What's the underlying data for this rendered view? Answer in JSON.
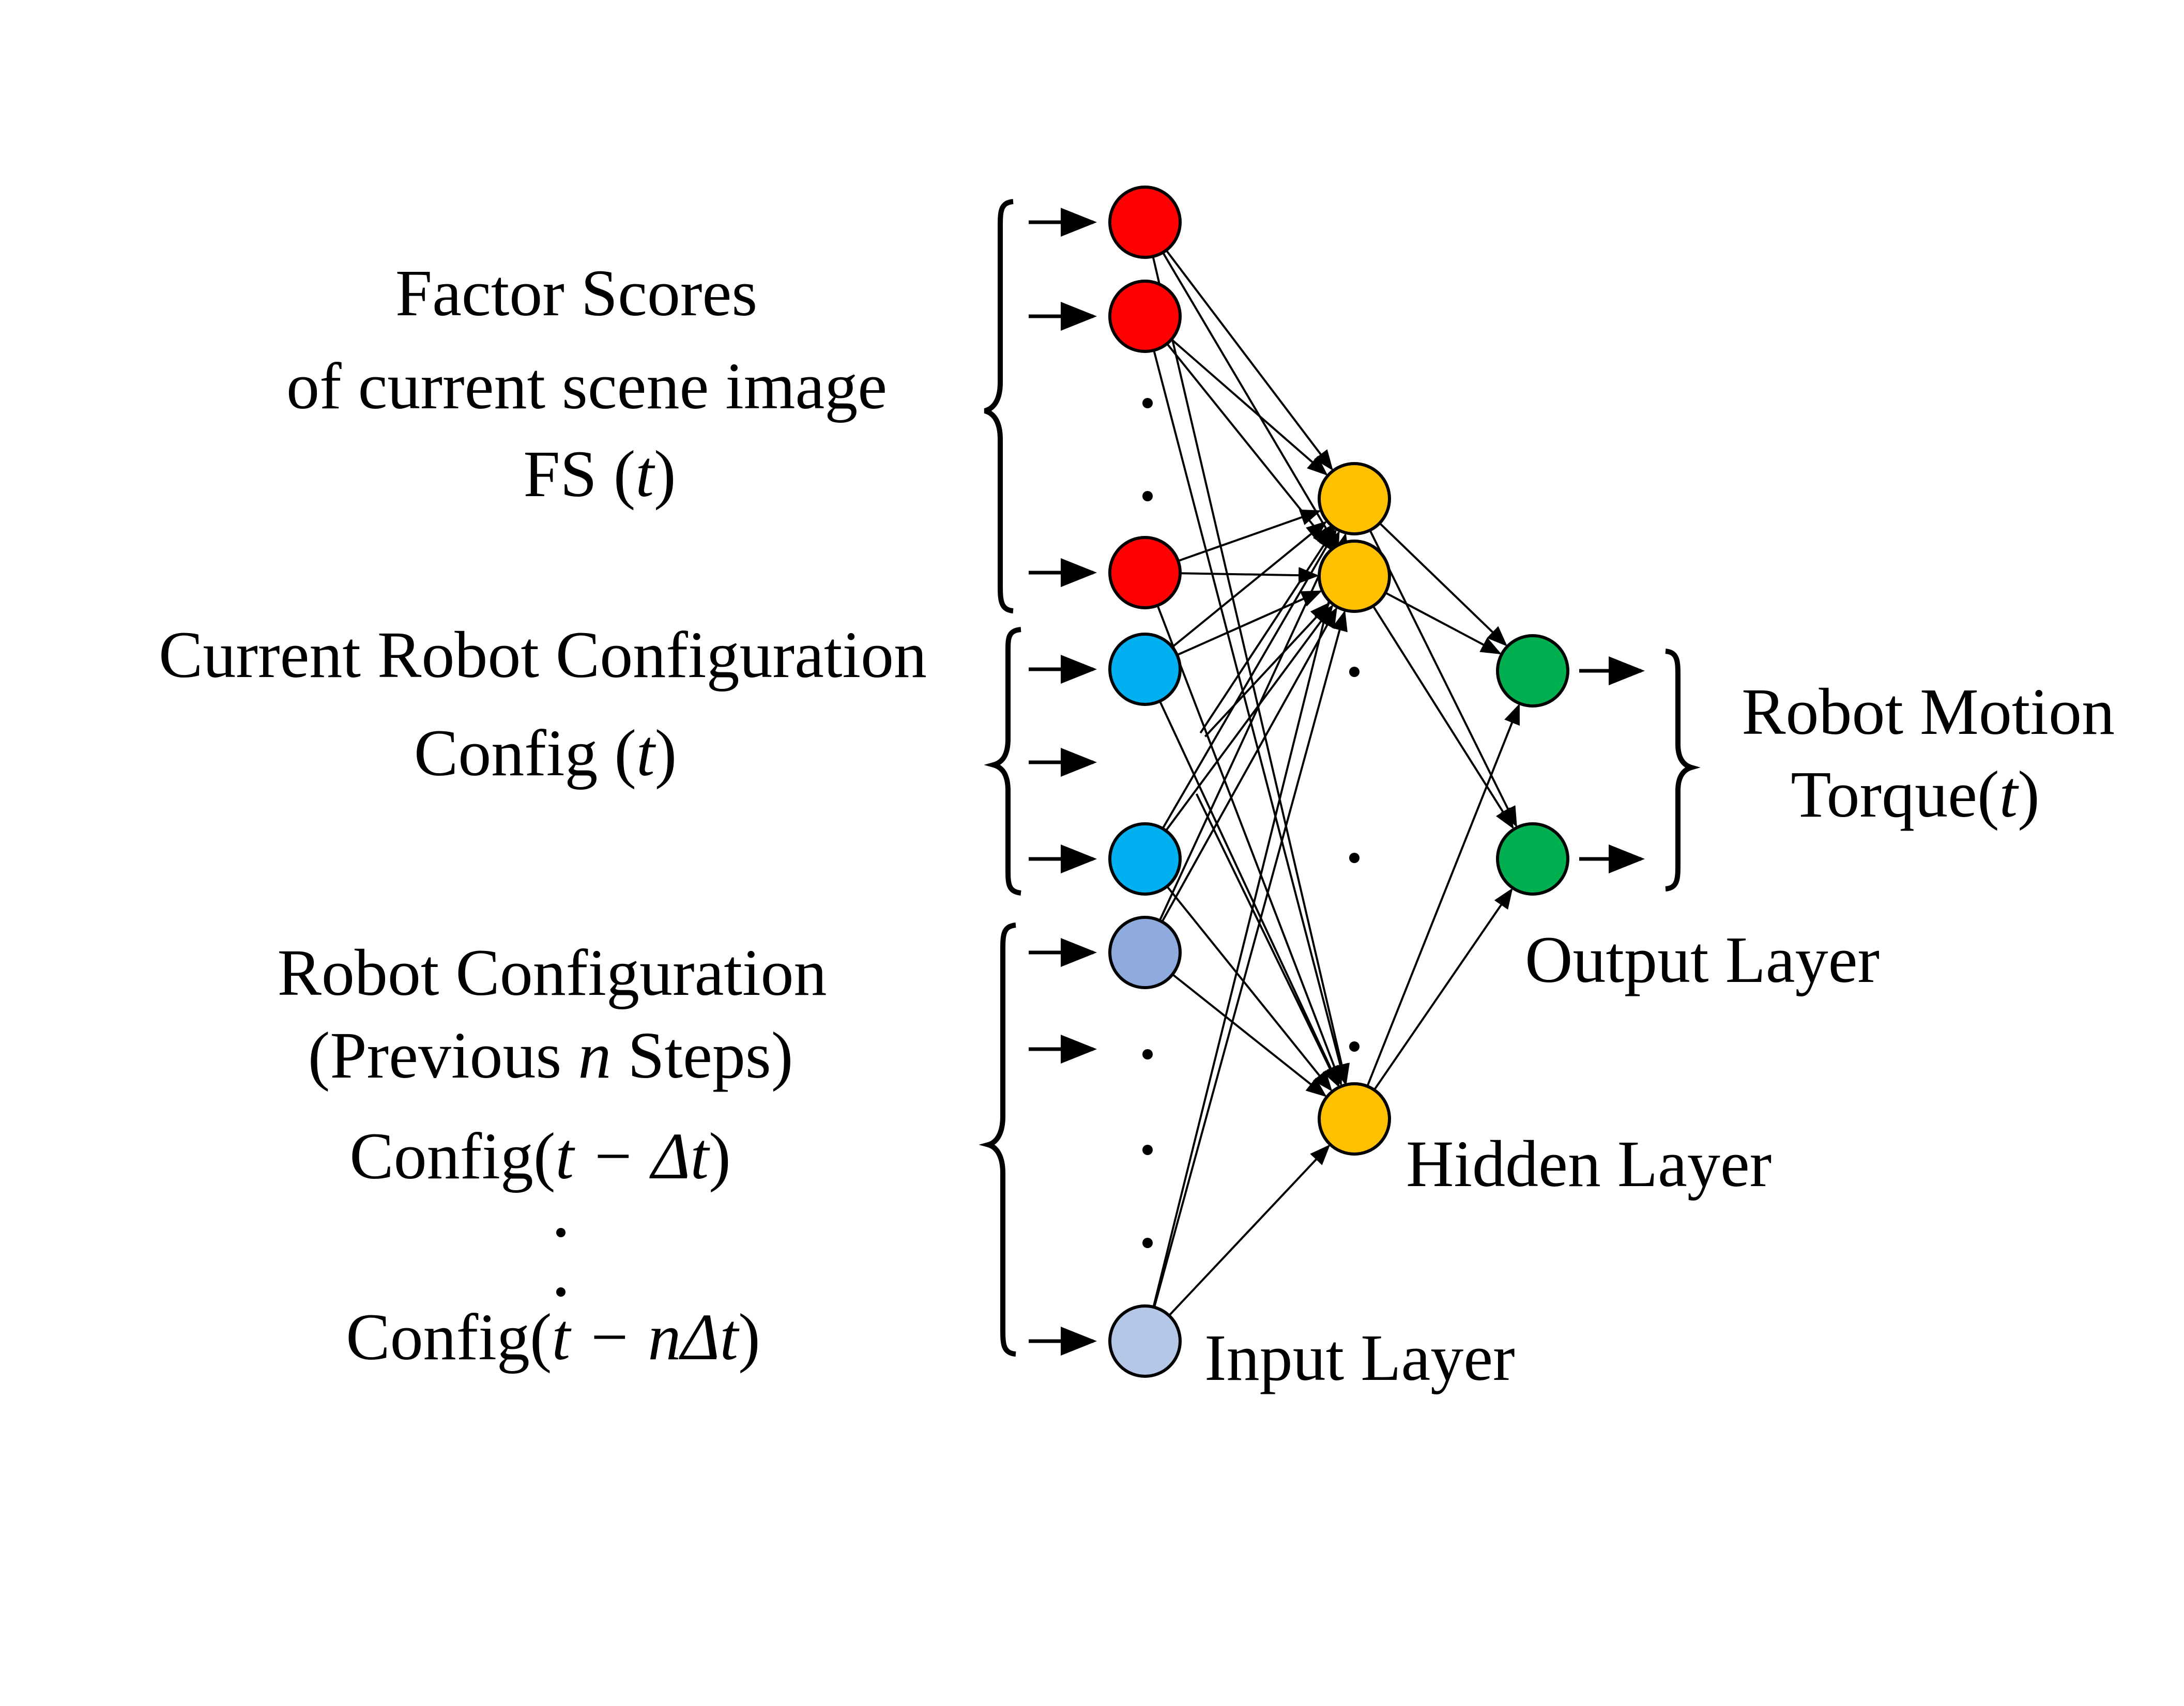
{
  "input_group_labels": {
    "factor_scores": {
      "line1": "Factor Scores",
      "line2": "of current scene image",
      "line3_prefix": "FS (",
      "line3_var": "t",
      "line3_suffix": ")"
    },
    "current_config": {
      "line1": "Current Robot Configuration",
      "line2_prefix": "Config (",
      "line2_var": "t",
      "line2_suffix": ")"
    },
    "previous_config": {
      "line1": "Robot Configuration",
      "line2_prefix": "(Previous ",
      "line2_var": "n",
      "line2_suffix": " Steps)",
      "line3_prefix": "Config(",
      "line3_expr": "t − Δt",
      "line3_suffix": ")",
      "line4_prefix": "Config(",
      "line4_expr": "t − nΔt",
      "line4_suffix": ")"
    }
  },
  "output_group_label": {
    "line1": "Robot Motion",
    "line2_prefix": "Torque(",
    "line2_var": "t",
    "line2_suffix": ")"
  },
  "layer_labels": {
    "input": "Input Layer",
    "hidden": "Hidden Layer",
    "output": "Output Layer"
  },
  "colors": {
    "factor_score_node": "#ff0000",
    "current_config_node": "#00b0f0",
    "prev_config_node_1": "#8faadc",
    "prev_config_node_2": "#b4c7e7",
    "hidden_node": "#ffc000",
    "output_node": "#00b050",
    "stroke": "#000000"
  }
}
